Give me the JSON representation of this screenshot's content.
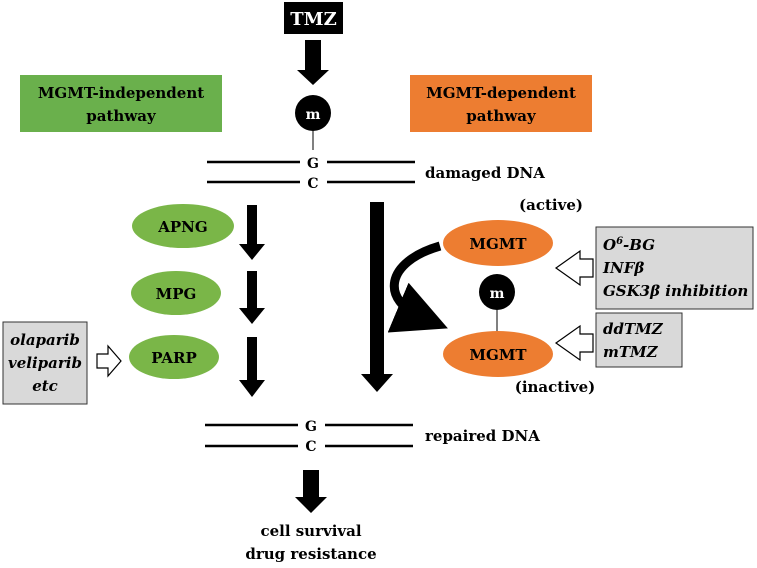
{
  "drug": "TMZ",
  "methyl_label": "m",
  "pathways": {
    "independent": {
      "line1": "MGMT-independent",
      "line2": "pathway",
      "color": "#6ab04c"
    },
    "dependent": {
      "line1": "MGMT-dependent",
      "line2": "pathway",
      "color": "#ed7d31"
    }
  },
  "dna_top": {
    "base1": "G",
    "base2": "C",
    "label": "damaged DNA"
  },
  "dna_bottom": {
    "base1": "G",
    "base2": "C",
    "label": "repaired DNA"
  },
  "left_enzymes": [
    "APNG",
    "MPG",
    "PARP"
  ],
  "left_inhibitors": [
    "olaparib",
    "veliparib",
    "etc"
  ],
  "mgmt": {
    "label": "MGMT",
    "active": "(active)",
    "inactive": "(inactive)",
    "color": "#ed7d31"
  },
  "right_box1": {
    "o6_base": "O",
    "o6_sup": "6",
    "o6_rest": "-BG",
    "line2": "INFβ",
    "line3": "GSK3β inhibition"
  },
  "right_box2": [
    "ddTMZ",
    "mTMZ"
  ],
  "outcome": [
    "cell survival",
    "drug resistance"
  ],
  "enzyme_color": "#7ab648",
  "box_color": "#d9d9d9"
}
